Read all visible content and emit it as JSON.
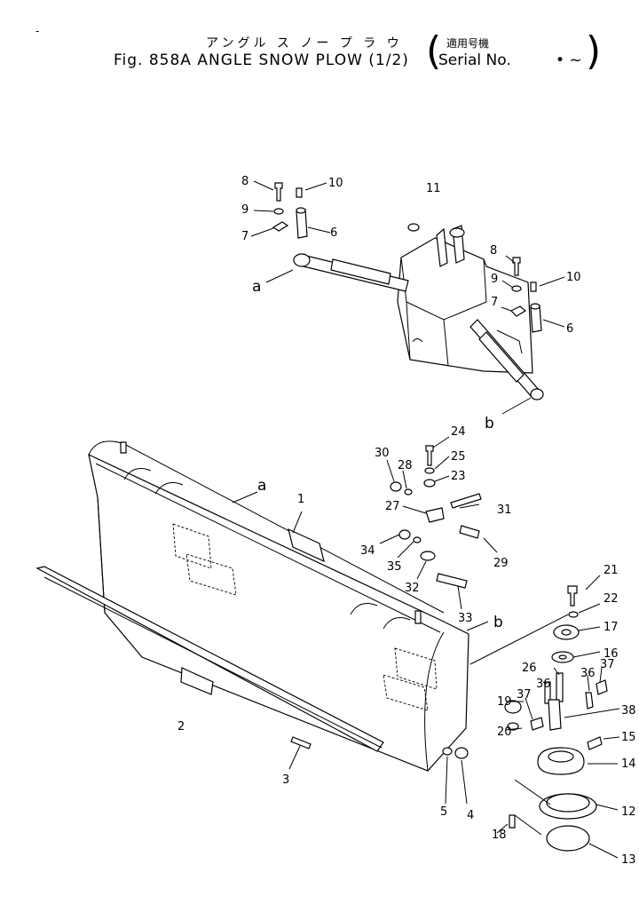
{
  "header": {
    "jp_title": "アングル ス ノー プ ラ ウ",
    "fig_title": "Fig. 858A  ANGLE SNOW  PLOW (1/2)",
    "serial_jp": "適用号機",
    "serial_en": "Serial No.",
    "serial_value": "• ~",
    "open_paren": "(",
    "close_paren": ")",
    "corner_mark": "-"
  },
  "callouts": {
    "p1": "1",
    "p2": "2",
    "p3": "3",
    "p4": "4",
    "p5": "5",
    "p6a": "6",
    "p6b": "6",
    "p7a": "7",
    "p7b": "7",
    "p8a": "8",
    "p8b": "8",
    "p9a": "9",
    "p9b": "9",
    "p10a": "10",
    "p10b": "10",
    "p11": "11",
    "p12": "12",
    "p13": "13",
    "p14": "14",
    "p15": "15",
    "p16": "16",
    "p17": "17",
    "p18": "18",
    "p19": "19",
    "p20": "20",
    "p21": "21",
    "p22": "22",
    "p23": "23",
    "p24": "24",
    "p25": "25",
    "p26": "26",
    "p27": "27",
    "p28": "28",
    "p29": "29",
    "p30": "30",
    "p31": "31",
    "p32": "32",
    "p33": "33",
    "p34": "34",
    "p35": "35",
    "p36a": "36",
    "p36b": "36",
    "p37a": "37",
    "p37b": "37",
    "p38": "38"
  },
  "refs": {
    "a_top": "a",
    "b_top": "b",
    "a_blade": "a",
    "b_blade": "b"
  }
}
